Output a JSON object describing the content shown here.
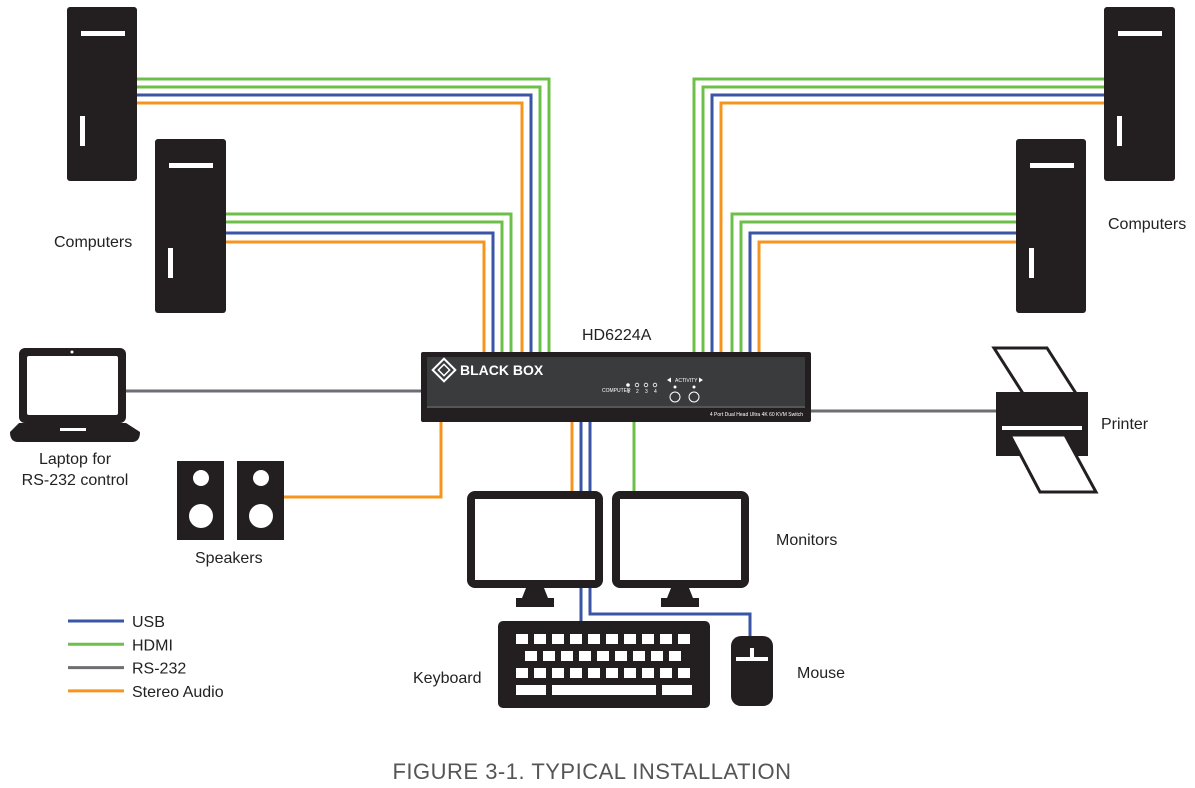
{
  "colors": {
    "usb": "#3a55a5",
    "hdmi": "#6cc04a",
    "rs232": "#6d6e71",
    "audio": "#f7941d",
    "device": "#231f20"
  },
  "labels": {
    "computers_left": "Computers",
    "computers_right": "Computers",
    "switch_model": "HD6224A",
    "brand": "BLACK BOX",
    "panel_computer": "COMPUTER",
    "panel_activity": "ACTIVITY",
    "panel_ports": [
      "1",
      "2",
      "3",
      "4"
    ],
    "panel_subtitle": "4 Port Dual Head Ultra 4K 60 KVM Switch",
    "laptop_line1": "Laptop for",
    "laptop_line2": "RS-232 control",
    "speakers": "Speakers",
    "monitors": "Monitors",
    "printer": "Printer",
    "keyboard": "Keyboard",
    "mouse": "Mouse",
    "figure_caption": "FIGURE 3-1. TYPICAL INSTALLATION"
  },
  "legend": [
    {
      "label": "USB",
      "color": "#3a55a5"
    },
    {
      "label": "HDMI",
      "color": "#6cc04a"
    },
    {
      "label": "RS-232",
      "color": "#6d6e71"
    },
    {
      "label": "Stereo Audio",
      "color": "#f7941d"
    }
  ],
  "icons": {
    "computer": "tower-computer-icon",
    "laptop": "laptop-icon",
    "speaker": "speaker-icon",
    "monitor": "monitor-icon",
    "keyboard": "keyboard-icon",
    "mouse": "mouse-icon",
    "printer": "printer-icon",
    "logo": "black-box-logo-icon"
  }
}
